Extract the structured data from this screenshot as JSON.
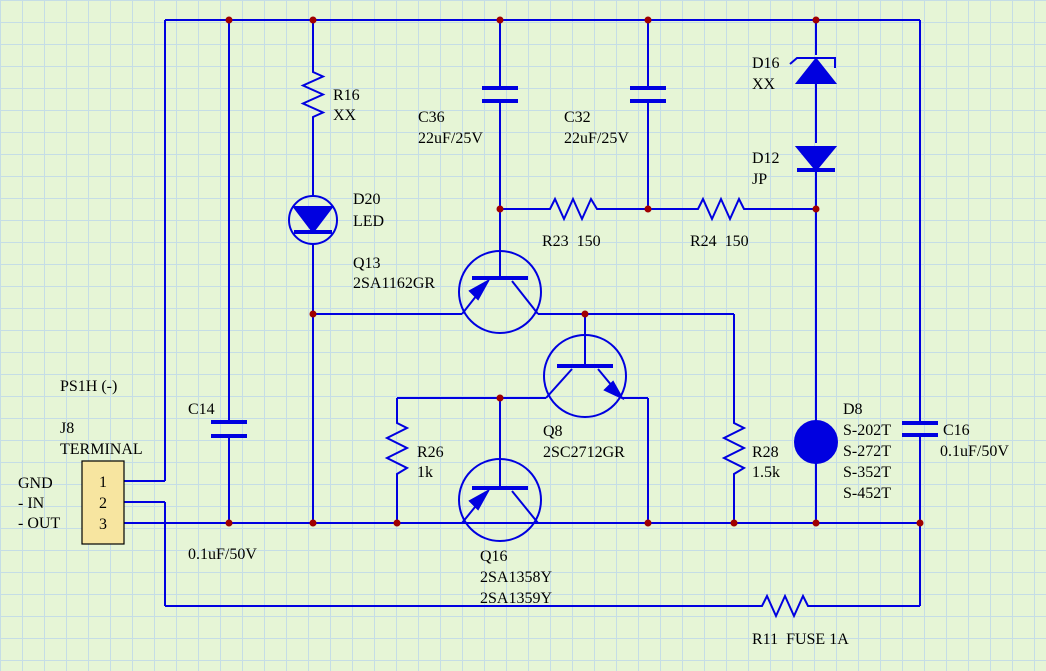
{
  "components": {
    "R16": {
      "ref": "R16",
      "value": "XX"
    },
    "D20": {
      "ref": "D20",
      "value": "LED"
    },
    "C36": {
      "ref": "C36",
      "value": "22uF/25V"
    },
    "C32": {
      "ref": "C32",
      "value": "22uF/25V"
    },
    "D16": {
      "ref": "D16",
      "value": "XX"
    },
    "D12": {
      "ref": "D12",
      "value": "JP"
    },
    "R23": {
      "label": "R23  150"
    },
    "R24": {
      "label": "R24  150"
    },
    "Q13": {
      "ref": "Q13",
      "value": "2SA1162GR"
    },
    "Q8": {
      "ref": "Q8",
      "value": "2SC2712GR"
    },
    "Q16": {
      "ref": "Q16",
      "value1": "2SA1358Y",
      "value2": "2SA1359Y"
    },
    "R26": {
      "ref": "R26",
      "value": "1k"
    },
    "R28": {
      "ref": "R28",
      "value": "1.5k"
    },
    "D8": {
      "ref": "D8",
      "values": [
        "S-202T",
        "S-272T",
        "S-352T",
        "S-452T"
      ]
    },
    "C16": {
      "ref": "C16",
      "value": "0.1uF/50V"
    },
    "C14": {
      "ref": "C14",
      "value": "0.1uF/50V"
    },
    "R11": {
      "label": "R11  FUSE 1A"
    }
  },
  "block": {
    "title": "PS1H (-)"
  },
  "connector": {
    "ref": "J8",
    "value": "TERMINAL",
    "pins": [
      "1",
      "2",
      "3"
    ],
    "net_labels": [
      "GND",
      "- IN",
      "- OUT"
    ]
  }
}
